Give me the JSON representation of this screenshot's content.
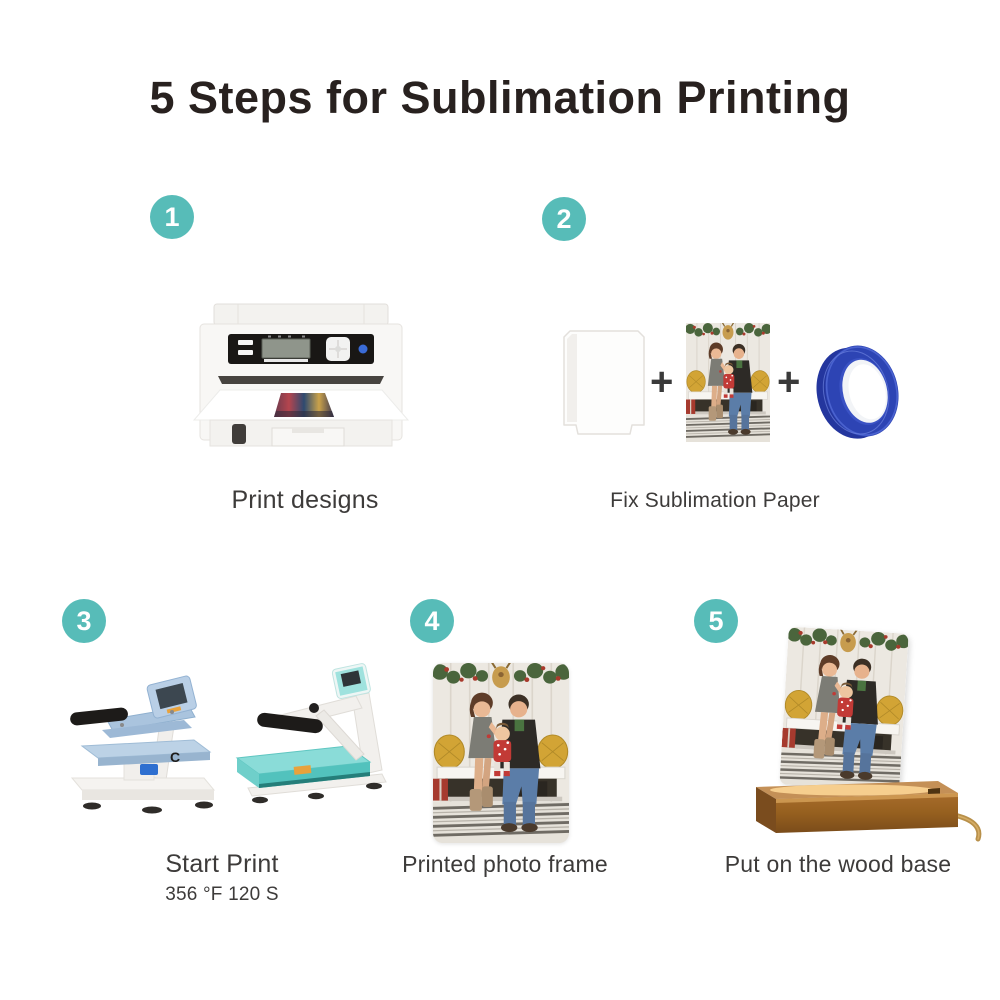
{
  "title": "5 Steps for Sublimation Printing",
  "plus_sign": "+",
  "steps": [
    {
      "number": "1",
      "caption": "Print designs",
      "illustration": "sublimation-printer"
    },
    {
      "number": "2",
      "caption": "Fix Sublimation Paper",
      "illustration": "blank-photo-panel-plus-printed-photo-plus-blue-heat-tape"
    },
    {
      "number": "3",
      "caption": "Start Print",
      "subcaption": "356 °F 120 S",
      "illustration": "two-heat-press-machines"
    },
    {
      "number": "4",
      "caption": "Printed photo frame",
      "illustration": "printed-photo-panel"
    },
    {
      "number": "5",
      "caption": "Put on the wood base",
      "illustration": "photo-panel-on-wood-base-with-cable"
    }
  ],
  "colors": {
    "step_badge_teal": "#57bcb8",
    "title_text": "#28211f",
    "caption_text": "#3d3b3a",
    "tape_blue": "#2d44b4",
    "heat_press_a_blue": "#aac4de",
    "heat_press_b_teal": "#7edad6",
    "wood_base_brown": "#9c6428"
  }
}
